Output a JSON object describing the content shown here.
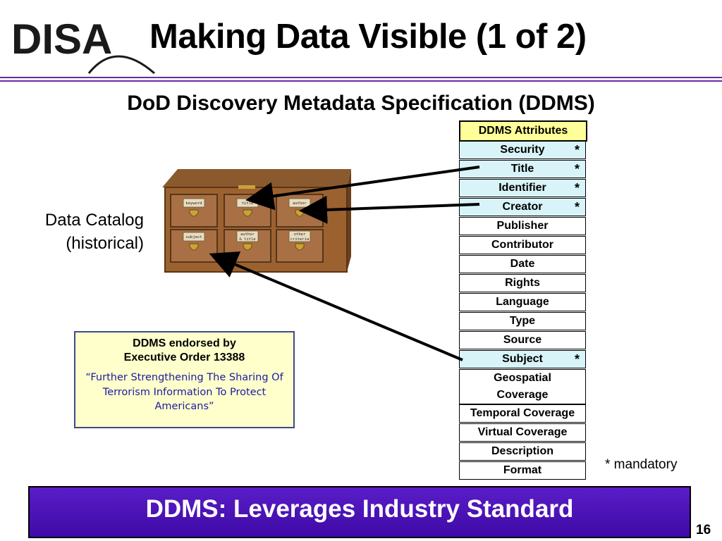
{
  "header": {
    "logo_text": "DISA",
    "title": "Making Data Visible (1 of 2)"
  },
  "subtitle": "DoD Discovery Metadata Specification (DDMS)",
  "catalog_label": [
    "Data Catalog",
    "(historical)"
  ],
  "drawers": {
    "keyword": "keyword",
    "title": "title",
    "author": "author",
    "subject": "subject",
    "author_title": [
      "author",
      "& title"
    ],
    "other": [
      "other",
      "criteria"
    ]
  },
  "table": {
    "header": "DDMS Attributes",
    "rows": [
      {
        "label": "Security",
        "mandatory": true,
        "mark": "*"
      },
      {
        "label": "Title",
        "mandatory": true,
        "mark": "*"
      },
      {
        "label": "Identifier",
        "mandatory": true,
        "mark": "*"
      },
      {
        "label": "Creator",
        "mandatory": true,
        "mark": "*"
      },
      {
        "label": "Publisher",
        "mandatory": false,
        "mark": ""
      },
      {
        "label": "Contributor",
        "mandatory": false,
        "mark": ""
      },
      {
        "label": "Date",
        "mandatory": false,
        "mark": ""
      },
      {
        "label": "Rights",
        "mandatory": false,
        "mark": ""
      },
      {
        "label": "Language",
        "mandatory": false,
        "mark": ""
      },
      {
        "label": "Type",
        "mandatory": false,
        "mark": ""
      },
      {
        "label": "Source",
        "mandatory": false,
        "mark": ""
      },
      {
        "label": "Subject",
        "mandatory": true,
        "mark": "*"
      },
      {
        "label": "Geospatial Coverage",
        "lines": [
          "Geospatial",
          "Coverage"
        ],
        "mandatory": false,
        "mark": ""
      },
      {
        "label": "Temporal Coverage",
        "mandatory": false,
        "mark": ""
      },
      {
        "label": "Virtual Coverage",
        "mandatory": false,
        "mark": ""
      },
      {
        "label": "Description",
        "mandatory": false,
        "mark": ""
      },
      {
        "label": "Format",
        "mandatory": false,
        "mark": ""
      }
    ]
  },
  "mandatory_note": "* mandatory",
  "eo_box": {
    "title_line1": "DDMS endorsed by",
    "title_line2": "Executive Order 13388",
    "quote": "“Further Strengthening The Sharing Of Terrorism Information To Protect Americans”"
  },
  "footer": {
    "text": "DDMS: Leverages Industry Standard",
    "page_number": "16"
  },
  "colors": {
    "accent_purple": "#6b2aa0",
    "footer_band": "#4a14b8",
    "table_header": "#ffff99",
    "mandatory_row": "#d8f4f8",
    "eo_box_bg": "#ffffcc",
    "quote_text": "#1b1ba0"
  }
}
